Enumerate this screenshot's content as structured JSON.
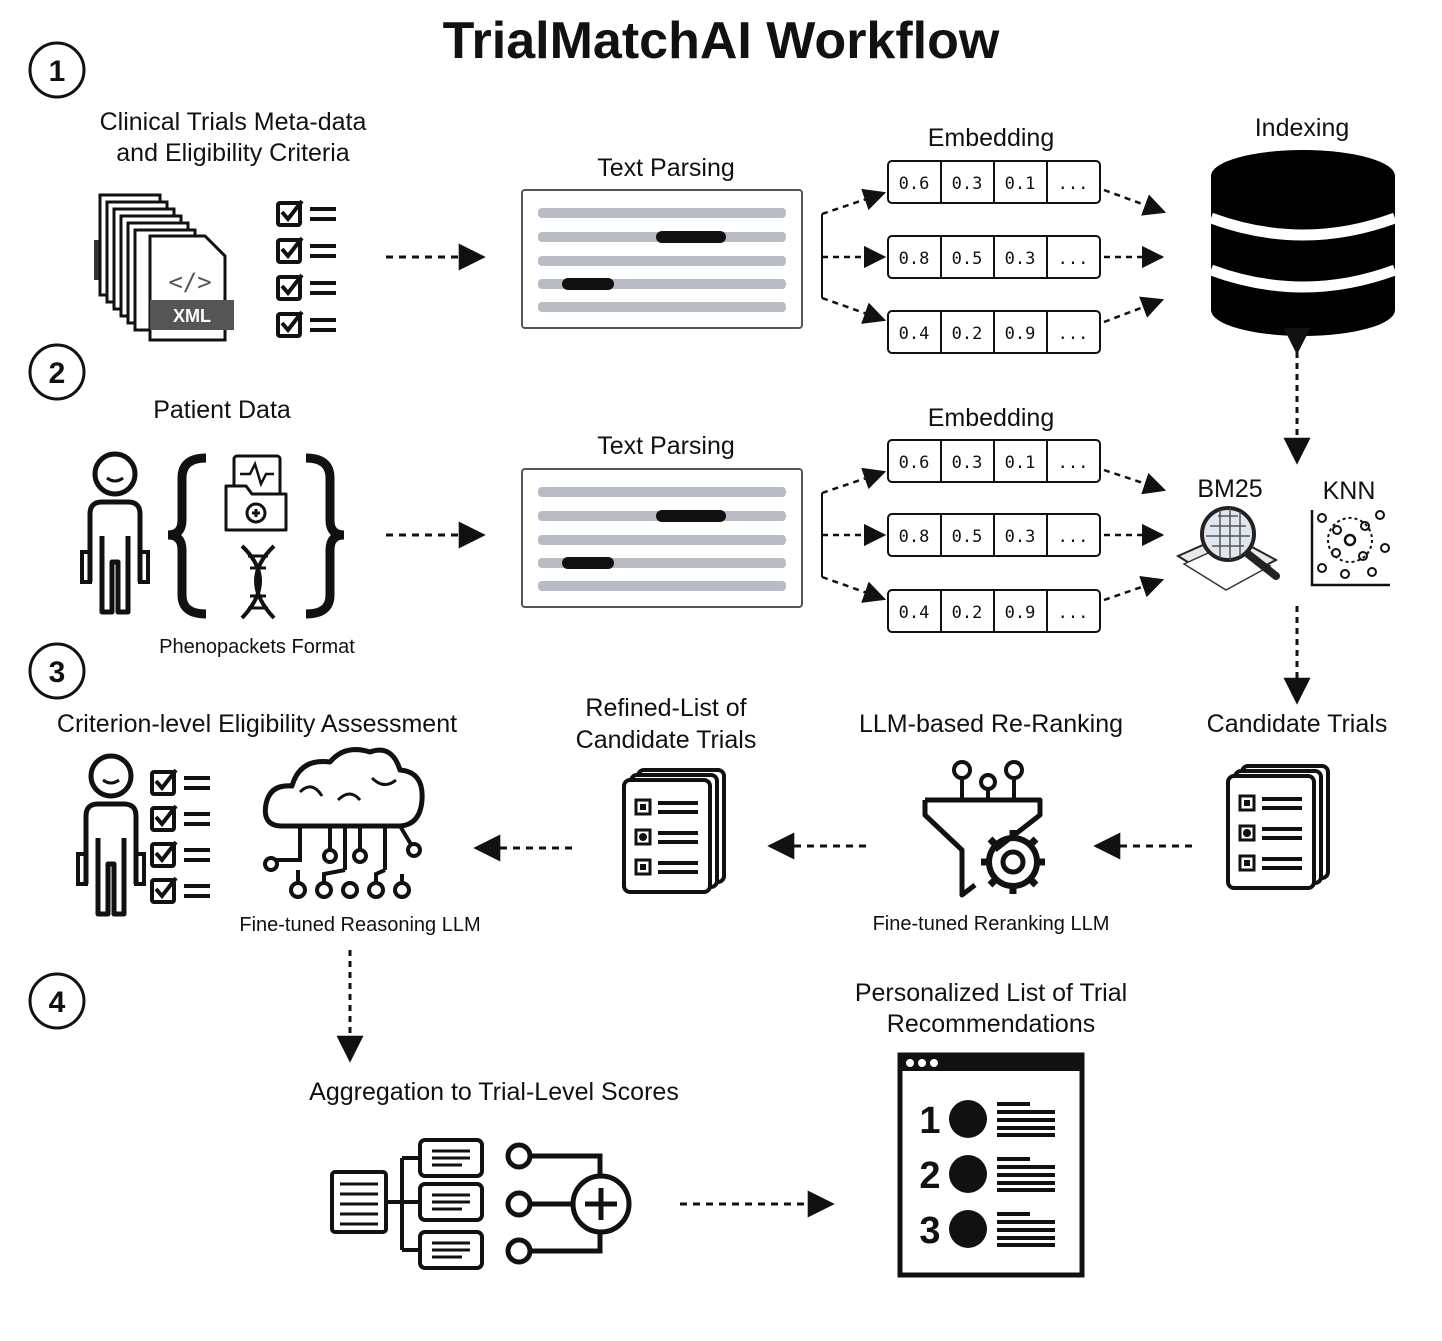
{
  "title": "TrialMatchAI Workflow",
  "steps": [
    "1",
    "2",
    "3",
    "4"
  ],
  "stage1": {
    "source_label_line1": "Clinical Trials Meta-data",
    "source_label_line2": "and  Eligibility Criteria",
    "xml_badge": "XML",
    "parsing_label": "Text Parsing",
    "embedding_label": "Embedding",
    "indexing_label": "Indexing",
    "embeddings": [
      [
        "0.6",
        "0.3",
        "0.1",
        "..."
      ],
      [
        "0.8",
        "0.5",
        "0.3",
        "..."
      ],
      [
        "0.4",
        "0.2",
        "0.9",
        "..."
      ]
    ]
  },
  "stage2": {
    "patient_label": "Patient Data",
    "format_label": "Phenopackets Format",
    "parsing_label": "Text Parsing",
    "embedding_label": "Embedding",
    "bm25_label": "BM25",
    "knn_label": "KNN",
    "embeddings": [
      [
        "0.6",
        "0.3",
        "0.1",
        "..."
      ],
      [
        "0.8",
        "0.5",
        "0.3",
        "..."
      ],
      [
        "0.4",
        "0.2",
        "0.9",
        "..."
      ]
    ]
  },
  "stage3": {
    "assessment_label": "Criterion-level Eligibility Assessment",
    "reasoning_llm_label": "Fine-tuned Reasoning LLM",
    "refined_label_line1": "Refined-List of",
    "refined_label_line2": "Candidate Trials",
    "reranking_label": "LLM-based Re-Ranking",
    "reranking_llm_label": "Fine-tuned Reranking LLM",
    "candidate_label": "Candidate Trials"
  },
  "stage4": {
    "aggregation_label": "Aggregation to Trial-Level Scores",
    "personalized_label_line1": "Personalized List of Trial",
    "personalized_label_line2": "Recommendations",
    "ranks": [
      "1",
      "2",
      "3"
    ]
  },
  "icons": [
    "xml-document-stack-icon",
    "checklist-icon",
    "document-lines-icon",
    "database-icon",
    "person-icon",
    "medical-folder-icon",
    "dna-icon",
    "magnifier-icon",
    "scatter-plot-icon",
    "trial-list-icon",
    "funnel-gear-icon",
    "cloud-circuit-icon",
    "aggregation-tree-icon",
    "plus-merge-icon",
    "ranked-list-window-icon"
  ]
}
